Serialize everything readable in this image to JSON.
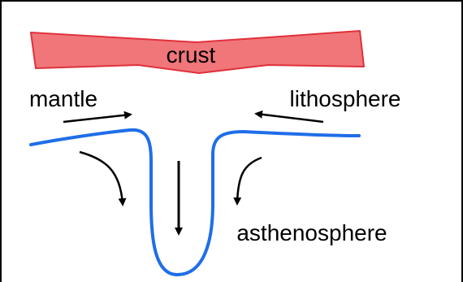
{
  "labels": {
    "crust": "crust",
    "mantle": "mantle",
    "lithosphere": "lithosphere",
    "asthenosphere": "asthenosphere"
  },
  "colors": {
    "crust_fill": "#f0767a",
    "crust_stroke": "#e0313b",
    "boundary_line": "#1f6ee8",
    "arrows": "#000000",
    "frame": "#000000",
    "background": "#ffffff"
  }
}
